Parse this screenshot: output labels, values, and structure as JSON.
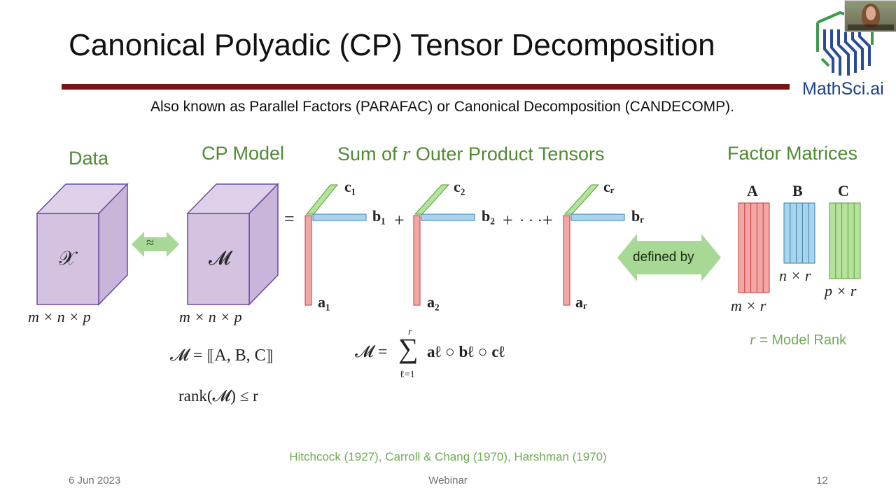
{
  "slide": {
    "title": "Canonical Polyadic (CP) Tensor Decomposition",
    "subtitle": "Also known as Parallel Factors (PARAFAC) or Canonical Decomposition (CANDECOMP).",
    "citation": "Hitchcock (1927), Carroll & Chang (1970), Harshman (1970)"
  },
  "headings": {
    "data": "Data",
    "cp_model": "CP Model",
    "sum_prefix": "Sum of ",
    "sum_var": "r",
    "sum_suffix": " Outer Product Tensors",
    "factor_matrices": "Factor Matrices"
  },
  "diagram": {
    "approx_symbol": "≈",
    "equals_symbol": "=",
    "plus_symbol": "+",
    "dots_symbol": "· · ·",
    "data_tensor": "𝒳",
    "model_tensor": "𝓜",
    "dims": "m × n × p",
    "defined_by": "defined by",
    "vectors": {
      "c1": "c₁",
      "b1": "b₁",
      "a1": "a₁",
      "c2": "c₂",
      "b2": "b₂",
      "a2": "a₂",
      "cr": "cᵣ",
      "br": "bᵣ",
      "ar": "aᵣ"
    },
    "matrix_labels": [
      "A",
      "B",
      "C"
    ],
    "matrix_dims": [
      "m × r",
      "n × r",
      "p × r"
    ],
    "colors": {
      "cube_face": "#d4c2e0",
      "cube_edge": "#6a4aa3",
      "a_red": "#f4a6a6",
      "a_red_edge": "#c23b3b",
      "b_blue": "#a9d5ec",
      "b_blue_edge": "#3b7fb0",
      "c_green": "#b5e39c",
      "c_green_edge": "#5a9e3a",
      "arrow_green": "#a8d895"
    }
  },
  "formulas": {
    "model_bracket": "𝓜 = ⟦A, B, C⟧",
    "rank_line": "rank(𝓜) ≤ r",
    "sum_lhs": "𝓜 =",
    "sum_upper": "r",
    "sum_sigma": "∑",
    "sum_lower": "ℓ=1",
    "sum_body": "aℓ ○ bℓ ○ cℓ",
    "model_rank_var": "r",
    "model_rank_text": " = Model Rank"
  },
  "footer": {
    "date": "6 Jun 2023",
    "event": "Webinar",
    "page": "12"
  },
  "brand": {
    "name": "MathSci.ai"
  }
}
